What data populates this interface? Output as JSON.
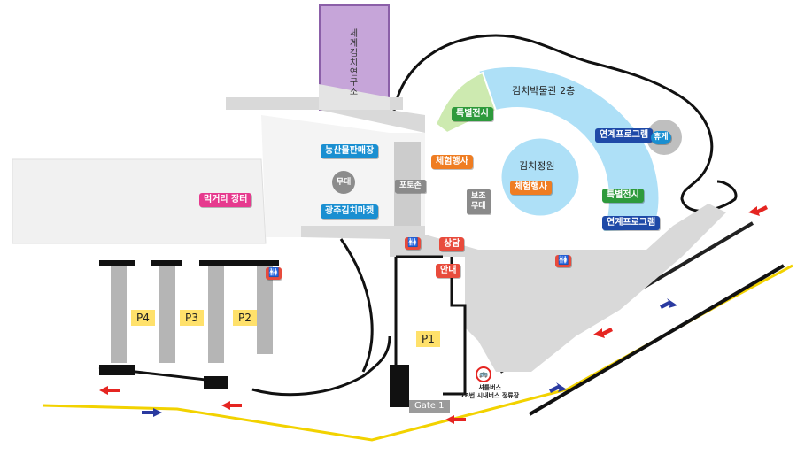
{
  "buildings": {
    "research_center": "세계김치연구소",
    "museum_2f": "김치박물관 2층",
    "special_exhibit_1": "특별전시",
    "special_exhibit_2": "특별전시",
    "linked_program_1": "연계프로그램",
    "linked_program_2": "연계프로그램",
    "rest": "휴게",
    "kimchi_garden": "김치정원",
    "experience_1": "체험행사",
    "experience_2": "체험행사",
    "farm_store": "농산물판매장",
    "stage": "무대",
    "gwangju_market": "광주김치마켓",
    "portico": "포토존",
    "aux_stage_line1": "보조",
    "aux_stage_line2": "무대",
    "food_street": "먹거리 장터",
    "consult": "상담",
    "info": "안내"
  },
  "parking": {
    "p1": "P1",
    "p2": "P2",
    "p3": "P3",
    "p4": "P4"
  },
  "gate": "Gate 1",
  "bus": {
    "line1": "셔틀버스",
    "line2": "78번 시내버스 정류장"
  },
  "colors": {
    "road": "#f2d200",
    "building": "#d9d9d9",
    "museum": "#aee0f7",
    "research": "#c6a5d9",
    "special_green": "#cdeab0",
    "arrow_red": "#e52521",
    "arrow_blue": "#2a3aa0"
  },
  "icons": [
    "restroom-icon",
    "restroom-icon",
    "restroom-icon",
    "bus-stop-icon"
  ]
}
